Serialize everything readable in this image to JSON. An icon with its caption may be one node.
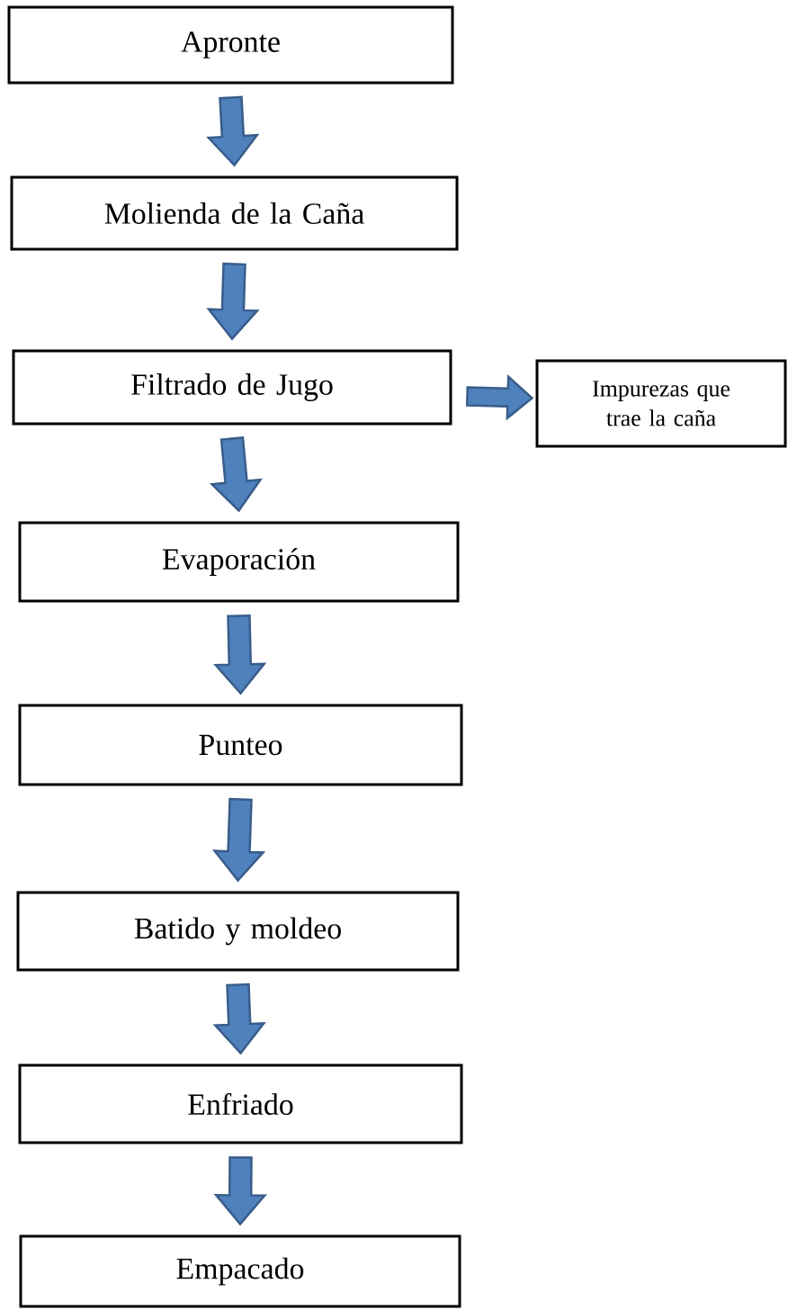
{
  "diagram": {
    "nodes": [
      {
        "text": [
          "Apronte"
        ]
      },
      {
        "text": [
          "Molienda de la Caña"
        ]
      },
      {
        "text": [
          "Filtrado de Jugo"
        ]
      },
      {
        "text": [
          "Impurezas que trae la caña"
        ]
      },
      {
        "text": [
          "Evaporación"
        ]
      },
      {
        "text": [
          "Punteo"
        ]
      },
      {
        "text": [
          "Batido y moldeo"
        ]
      },
      {
        "text": [
          "Enfriado"
        ]
      },
      {
        "text": [
          "Empacado"
        ]
      }
    ],
    "edges": [
      {
        "from": 0,
        "to": 1,
        "arrow": "to"
      },
      {
        "from": 1,
        "to": 2,
        "arrow": "to"
      },
      {
        "from": 2,
        "to": 3,
        "arrow": "to"
      },
      {
        "from": 2,
        "to": 4,
        "arrow": "to"
      },
      {
        "from": 4,
        "to": 5,
        "arrow": "to"
      },
      {
        "from": 5,
        "to": 6,
        "arrow": "to"
      },
      {
        "from": 6,
        "to": 7,
        "arrow": "to"
      },
      {
        "from": 7,
        "to": 8,
        "arrow": "to"
      }
    ]
  }
}
